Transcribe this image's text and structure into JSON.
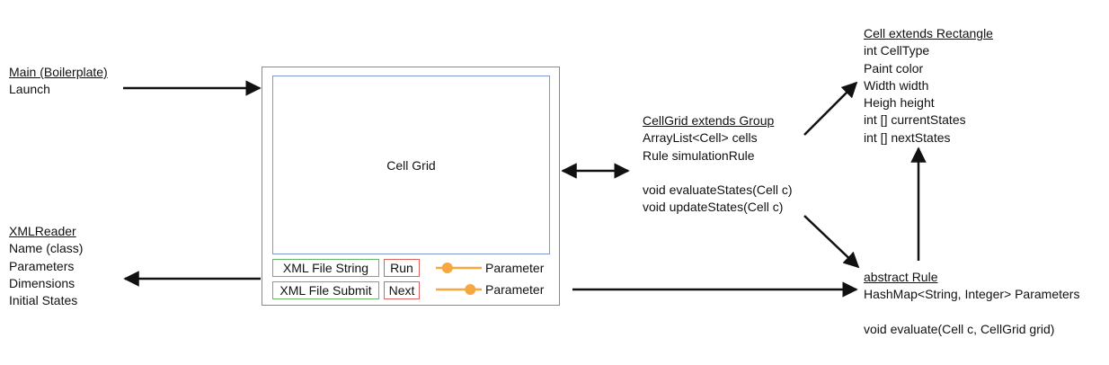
{
  "main": {
    "title": "Main (Boilerplate)",
    "lines": [
      "Launch"
    ]
  },
  "xmlreader": {
    "title": "XMLReader",
    "lines": [
      "Name (class)",
      "Parameters",
      "Dimensions",
      "Initial States"
    ]
  },
  "ui": {
    "cell_grid_label": "Cell Grid",
    "xml_file_string": "XML File String",
    "xml_file_submit": "XML File Submit",
    "run": "Run",
    "next": "Next",
    "parameter_1": "Parameter",
    "parameter_2": "Parameter",
    "slider_1_level": 0.25,
    "slider_2_level": 0.75
  },
  "cellgrid": {
    "title": "CellGrid extends Group",
    "line1": "ArrayList<Cell> cells",
    "line2": "Rule simulationRule",
    "line3": "void evaluateStates(Cell c)",
    "line4": "void updateStates(Cell c)"
  },
  "cell": {
    "title": "Cell extends Rectangle",
    "lines": [
      "int CellType",
      "Paint color",
      "Width width",
      "Heigh height",
      "int [] currentStates",
      "int [] nextStates"
    ]
  },
  "rule": {
    "title": "abstract Rule",
    "line1": "HashMap<String, Integer> Parameters",
    "line2": "void evaluate(Cell c, CellGrid grid)"
  },
  "colors": {
    "slider": "#f5a742",
    "green_button_border": "#6bb36b",
    "red_button_border": "#e06060",
    "grid_border": "#7d9ad0",
    "frame_border": "#8a8a8a"
  }
}
